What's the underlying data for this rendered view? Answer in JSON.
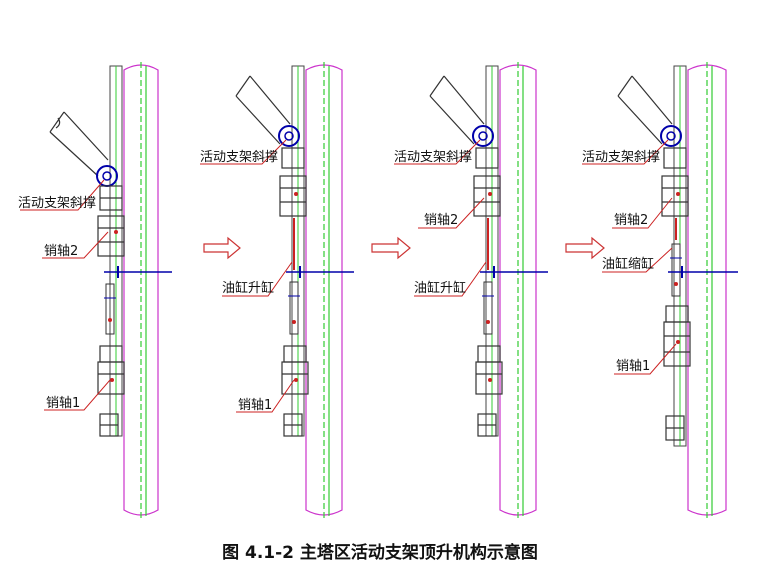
{
  "caption": "图 4.1-2 主塔区活动支架顶升机构示意图",
  "colors": {
    "tower": "#cc33cc",
    "tower_center": "#33cc33",
    "mechanism": "#444444",
    "cylinder": "#cc2222",
    "leader": "#cc2222",
    "arrow": "#cc3333",
    "mount": "#0000aa"
  },
  "stages": [
    {
      "labels": {
        "brace": "活动支架斜撑",
        "pin2": "销轴2",
        "pin1": "销轴1"
      }
    },
    {
      "labels": {
        "brace": "活动支架斜撑",
        "cylinder": "油缸升缸",
        "pin1": "销轴1"
      }
    },
    {
      "labels": {
        "brace": "活动支架斜撑",
        "pin2": "销轴2",
        "cylinder": "油缸升缸"
      }
    },
    {
      "labels": {
        "brace": "活动支架斜撑",
        "pin2": "销轴2",
        "cylinder": "油缸缩缸",
        "pin1": "销轴1"
      }
    }
  ],
  "arrows": [
    {
      "from_stage": 1,
      "to_stage": 2,
      "icon": "right-arrow-icon"
    },
    {
      "from_stage": 2,
      "to_stage": 3,
      "icon": "right-arrow-icon"
    },
    {
      "from_stage": 3,
      "to_stage": 4,
      "icon": "right-arrow-icon"
    }
  ]
}
